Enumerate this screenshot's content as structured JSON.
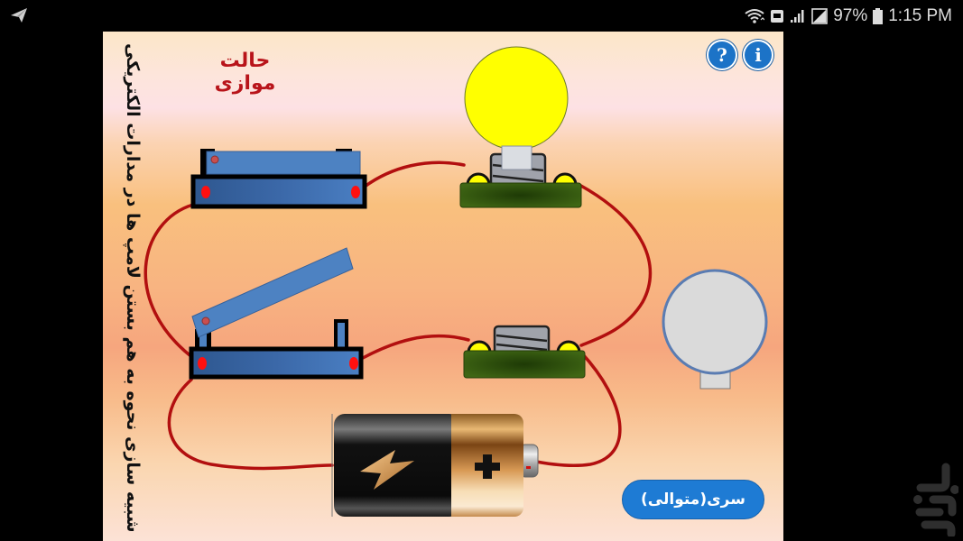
{
  "status_bar": {
    "left_icon": "telegram-send-icon",
    "icons": [
      "wifi-icon",
      "message-notification-icon",
      "cell-signal-icon",
      "no-sim-icon"
    ],
    "battery_percent": "97%",
    "battery_icon": "battery-icon",
    "time": "1:15 PM"
  },
  "app": {
    "title": "حالت موازی",
    "vertical_caption": "شبیه سازی نحوه به هم بستن لامپ ها در مدارات الکتریکی",
    "help_button": {
      "label": "?",
      "icon": "help-icon"
    },
    "info_button": {
      "label": "i",
      "icon": "info-icon"
    },
    "mode_button": {
      "label": "سری(متوالی)"
    }
  },
  "circuit": {
    "switches": [
      {
        "id": "switch-top",
        "state": "closed"
      },
      {
        "id": "switch-bottom",
        "state": "open"
      }
    ],
    "lamps": [
      {
        "id": "lamp-top",
        "state": "on",
        "bulb_color": "#FFFF00"
      },
      {
        "id": "lamp-bottom",
        "state": "bulb-removed"
      }
    ],
    "spare_bulb": {
      "state": "off",
      "color": "#DADADA"
    },
    "battery": {
      "terminal": "+",
      "icon": "lightning-icon"
    },
    "wire_color": "#B20F0F"
  },
  "side_logo": "bazaar-logo-icon",
  "colors": {
    "title_red": "#B8141A",
    "button_blue": "#1E7BD4",
    "switch_blue": "#3D6FB0",
    "lamp_base_green": "#3E6414"
  }
}
